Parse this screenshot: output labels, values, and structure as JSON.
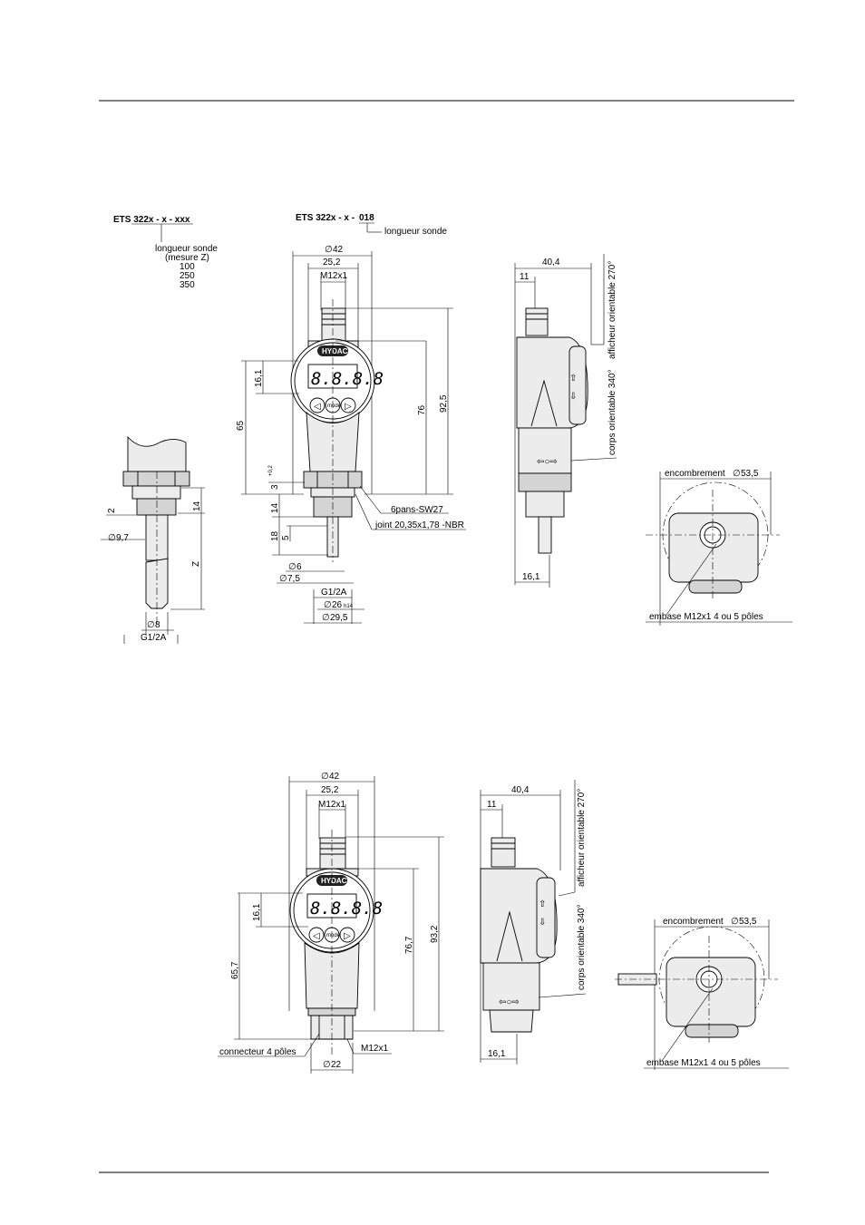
{
  "drawing1": {
    "variant_title": "ETS 322x - x - xxx",
    "probe_length_label": "longueur sonde",
    "measure_label": "(mesure Z)",
    "lengths": [
      "100",
      "250",
      "350"
    ],
    "dims": {
      "d9_7": "9,7",
      "d8": "8",
      "g12a": "G1/2A",
      "z": "Z",
      "v2": "2",
      "v14": "14"
    }
  },
  "drawing2": {
    "variant_title": "ETS 322x - x - ",
    "variant_suffix": "018",
    "probe_length_label": "longueur sonde",
    "dims": {
      "d42": "42",
      "w25_2": "25,2",
      "m12x1": "M12x1",
      "h16_1": "16,1",
      "h65": "65",
      "h76": "76",
      "h92_5": "92,5",
      "tol": "+0,2",
      "h3": "3",
      "h14": "14",
      "h18": "18",
      "h5": "5",
      "d6": "6",
      "d7_5": "7,5",
      "g12a": "G1/2A",
      "d26": "26",
      "h14tol": "h14",
      "d29_5": "29,5"
    },
    "callouts": {
      "hex": "6pans-SW27",
      "joint": "joint 20,35x1,78 -NBR"
    }
  },
  "side1": {
    "w40_4": "40,4",
    "w11": "11",
    "w16_1": "16,1",
    "display_rot": "afficheur orientable 270°",
    "body_rot": "corps orientable 340°"
  },
  "top1": {
    "envelope_label": "encombrement",
    "envelope_val": "53,5",
    "base_label": "embase M12x1  4 ou 5 pôles"
  },
  "drawing3": {
    "dims": {
      "d42": "42",
      "w25_2": "25,2",
      "m12x1": "M12x1",
      "h16_1": "16,1",
      "h65_7": "65,7",
      "h76_7": "76,7",
      "h93_2": "93,2",
      "d22": "22",
      "m12x1_bottom": "M12x1"
    },
    "callouts": {
      "connector": "connecteur 4 pôles"
    }
  },
  "side2": {
    "w40_4": "40,4",
    "w11": "11",
    "w16_1": "16,1",
    "display_rot": "afficheur orientable 270°",
    "body_rot": "corps orientable 340°"
  },
  "top2": {
    "envelope_label": "encombrement",
    "envelope_val": "53,5",
    "base_label": "embase M12x1  4 ou 5 pôles"
  },
  "logo_text": "HYDAC",
  "display_digits": "8.8.8.8",
  "mode_label": "mode",
  "diameter_symbol": "∅"
}
